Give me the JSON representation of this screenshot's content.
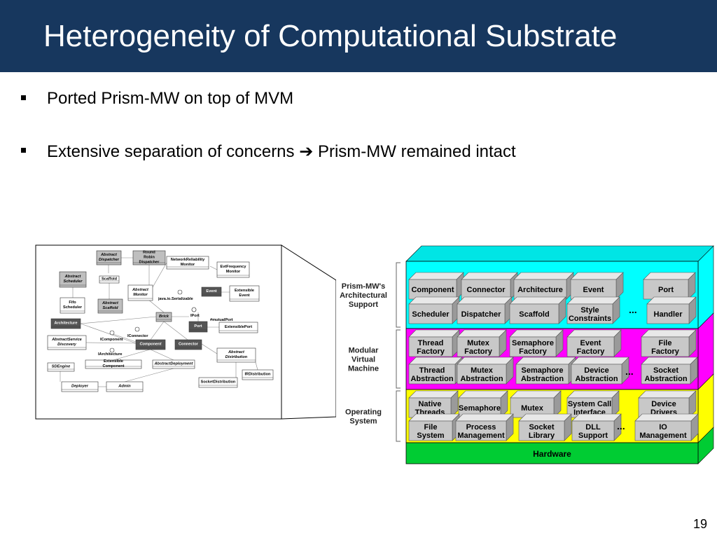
{
  "slide": {
    "title": "Heterogeneity of Computational Substrate",
    "bullets": [
      "Ported Prism-MW on top of MVM",
      "Extensive separation of concerns ➔ Prism-MW remained intact"
    ],
    "page_number": "19"
  },
  "uml": {
    "classes": [
      {
        "label": "Abstract Dispatcher",
        "style": "gray-italic"
      },
      {
        "label": "Round Robin Dispatcher",
        "style": "gray"
      },
      {
        "label": "NetworkReliability Monitor",
        "style": "plain"
      },
      {
        "label": "EvtFrequency Monitor",
        "style": "plain"
      },
      {
        "label": "Abstract Scheduler",
        "style": "gray-italic"
      },
      {
        "label": "Scaffold",
        "style": "plain"
      },
      {
        "label": "Abstract Monitor",
        "style": "plain-italic"
      },
      {
        "label": "Event",
        "style": "dark"
      },
      {
        "label": "Extensible Event",
        "style": "plain"
      },
      {
        "label": "Fifo Scheduler",
        "style": "plain"
      },
      {
        "label": "Abstract Scaffold",
        "style": "gray-italic"
      },
      {
        "label": "Brick",
        "style": "gray-italic"
      },
      {
        "label": "Architecture",
        "style": "dark"
      },
      {
        "label": "Port",
        "style": "dark"
      },
      {
        "label": "ExtensiblePort",
        "style": "plain"
      },
      {
        "label": "AbstractService Discovery",
        "style": "plain-italic"
      },
      {
        "label": "Component",
        "style": "dark-italic"
      },
      {
        "label": "Connector",
        "style": "dark"
      },
      {
        "label": "Abstract Distribution",
        "style": "plain-italic"
      },
      {
        "label": "SDEngine",
        "style": "plain-italic"
      },
      {
        "label": "Extensible Component",
        "style": "plain"
      },
      {
        "label": "AbstractDeployment",
        "style": "plain-italic"
      },
      {
        "label": "IRDistribution",
        "style": "plain"
      },
      {
        "label": "SocketDistribution",
        "style": "plain"
      },
      {
        "label": "Deployer",
        "style": "plain-italic"
      },
      {
        "label": "Admin",
        "style": "plain-italic"
      }
    ],
    "interfaces": [
      "java.io.Serializable",
      "IPort",
      "#mutualPort",
      "IComponent",
      "IConnector",
      "IArchitecture"
    ]
  },
  "stack": {
    "side_labels": [
      "Prism-MW's Architectural Support",
      "Modular Virtual Machine",
      "Operating System"
    ],
    "layers": [
      {
        "name": "prism",
        "color": "#00ffff",
        "rows": [
          [
            "Component",
            "Connector",
            "Architecture",
            "Event",
            "Port"
          ],
          [
            "Scheduler",
            "Dispatcher",
            "Scaffold",
            "Style Constraints",
            "Handler"
          ]
        ]
      },
      {
        "name": "mvm",
        "color": "#ff00ff",
        "rows": [
          [
            "Thread Factory",
            "Mutex Factory",
            "Semaphore Factory",
            "Event Factory",
            "File Factory"
          ],
          [
            "Thread Abstraction",
            "Mutex Abstraction",
            "Semaphore Abstraction",
            "Device Abstraction",
            "Socket Abstraction"
          ]
        ]
      },
      {
        "name": "os",
        "color": "#ffff00",
        "rows": [
          [
            "Native Threads",
            "Semaphore",
            "Mutex",
            "System Call Interface",
            "Device Drivers"
          ],
          [
            "File System",
            "Process Management",
            "Socket Library",
            "DLL Support",
            "IO Management"
          ]
        ]
      }
    ],
    "ellipsis": "...",
    "hardware": "Hardware",
    "hardware_color": "#00cc33"
  }
}
